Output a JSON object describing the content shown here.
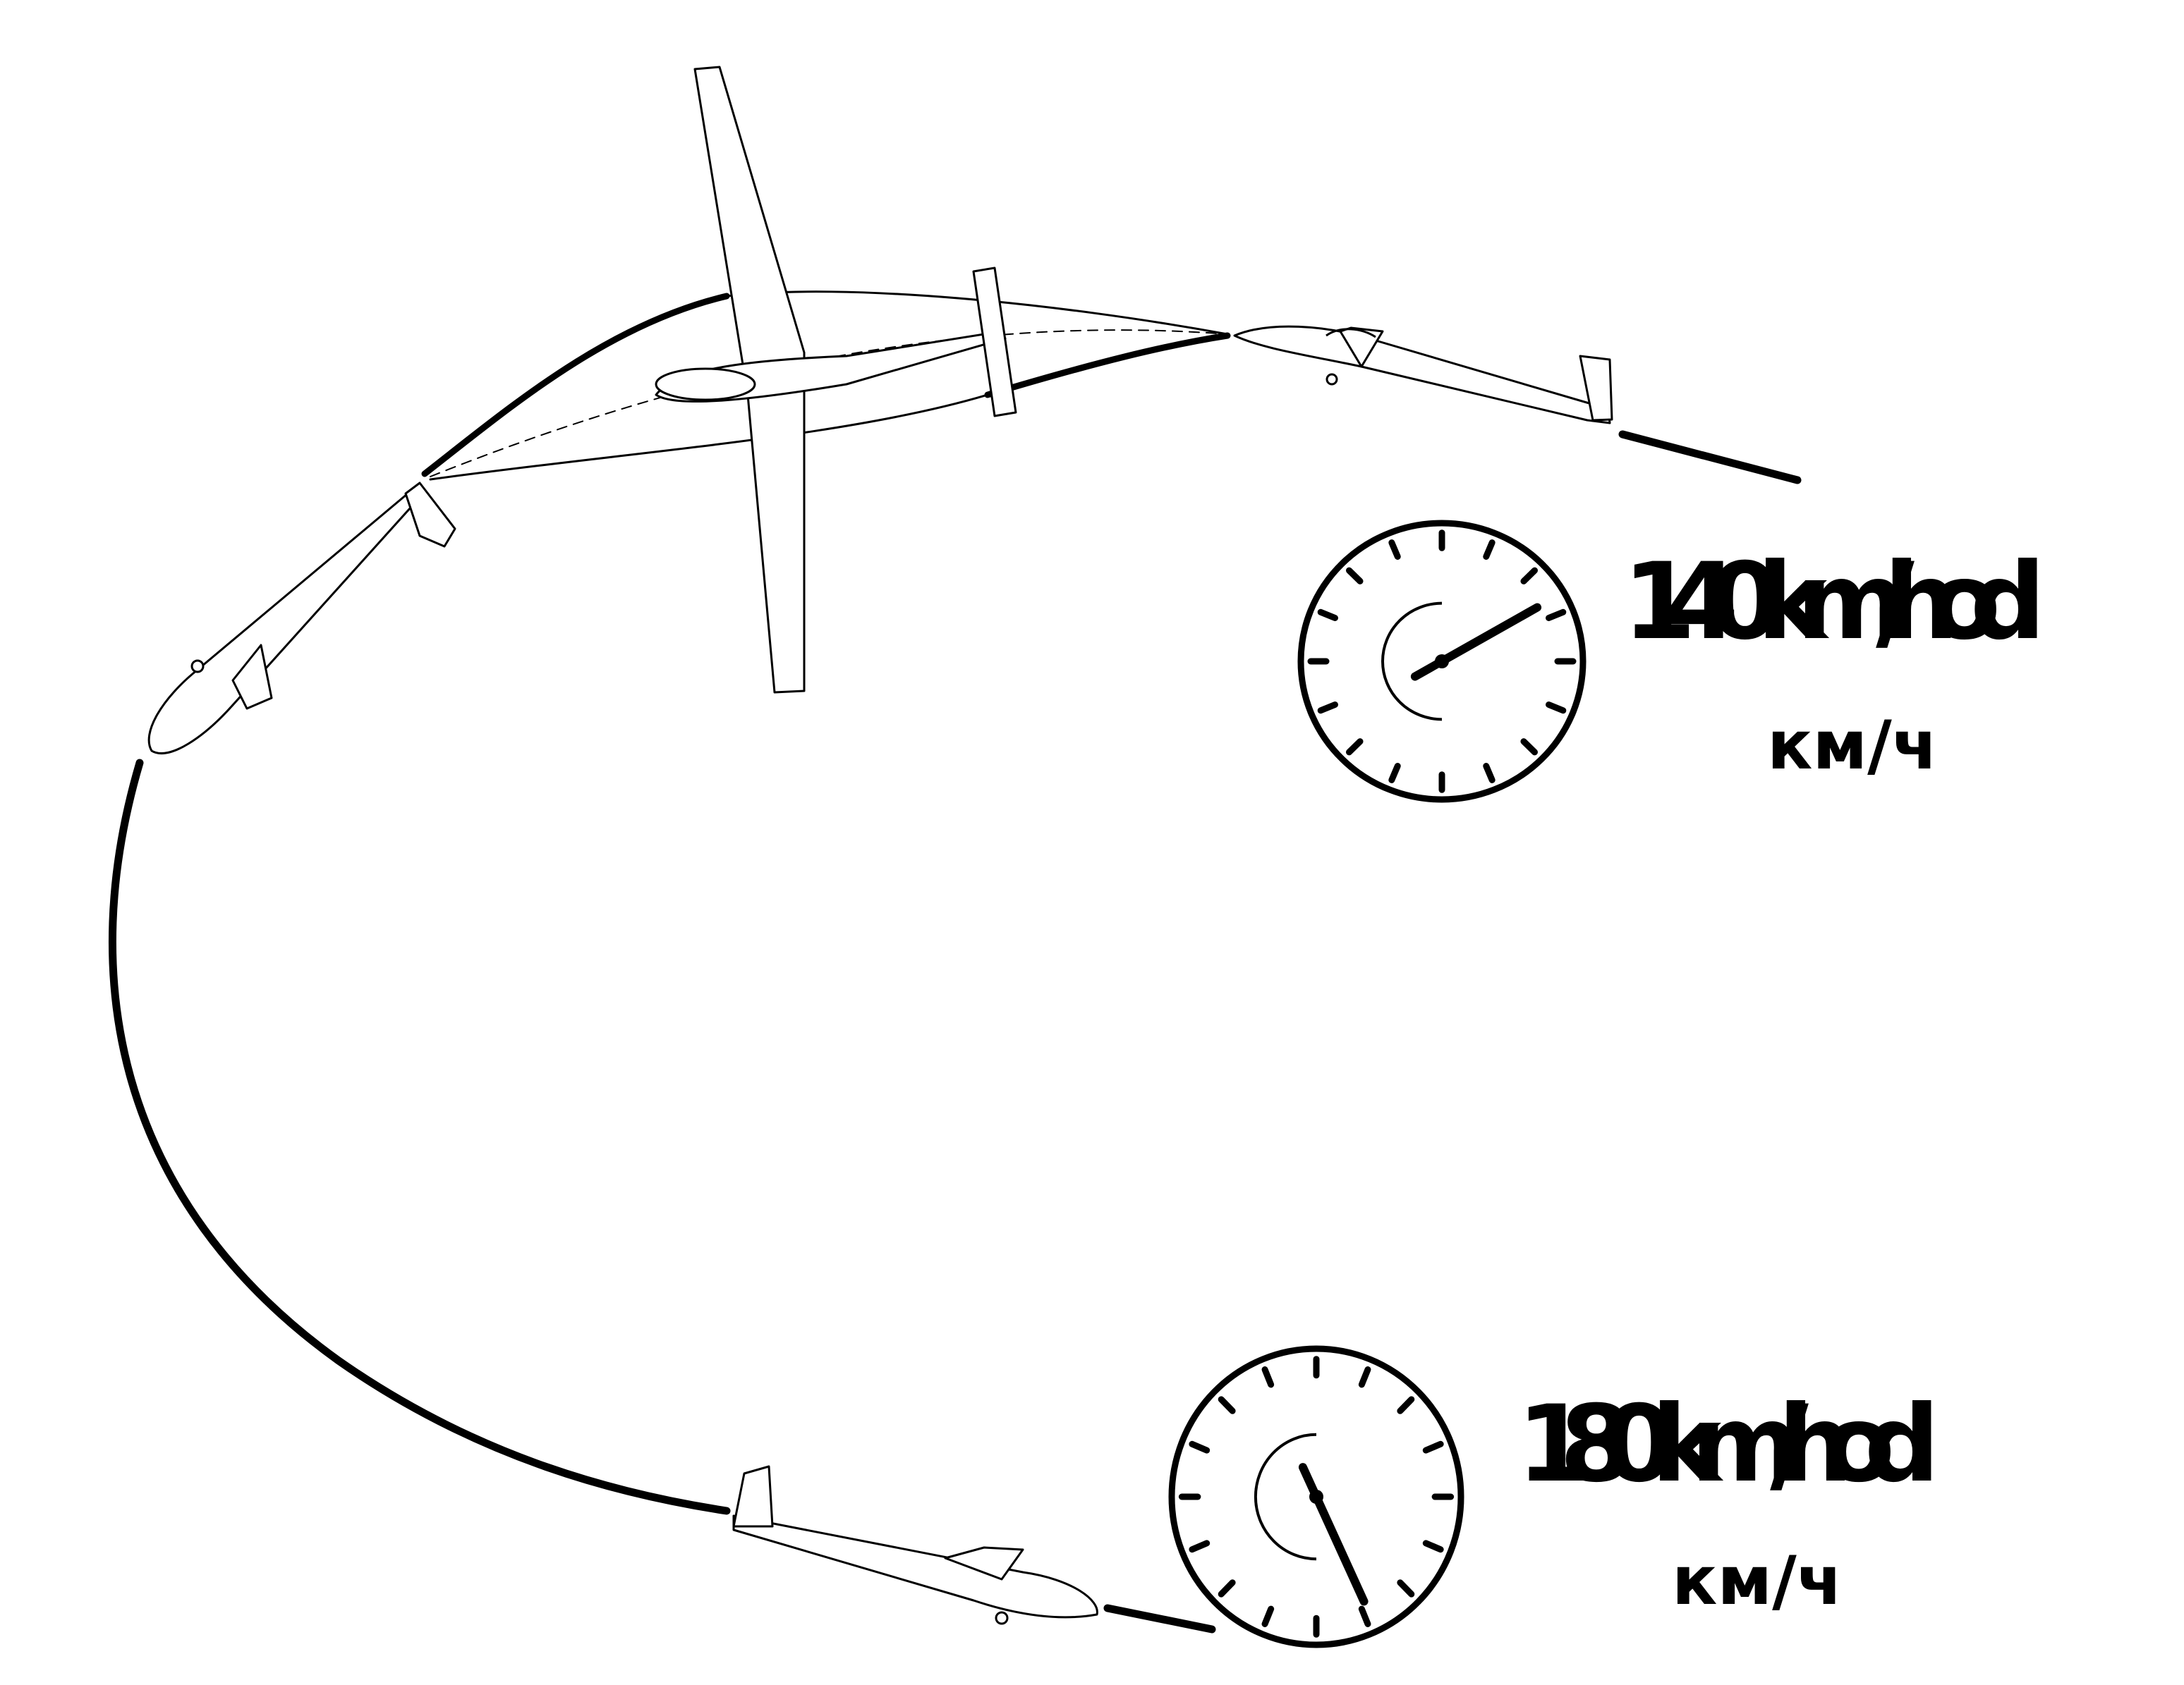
{
  "figure": {
    "upper_speed": {
      "value": 140,
      "label": "140 km/hod",
      "sub_label": "км/ч"
    },
    "lower_speed": {
      "value": 180,
      "label": "180 km/hod",
      "sub_label": "км/ч"
    }
  },
  "colors": {
    "ink": "#000000",
    "paper": "#ffffff"
  }
}
